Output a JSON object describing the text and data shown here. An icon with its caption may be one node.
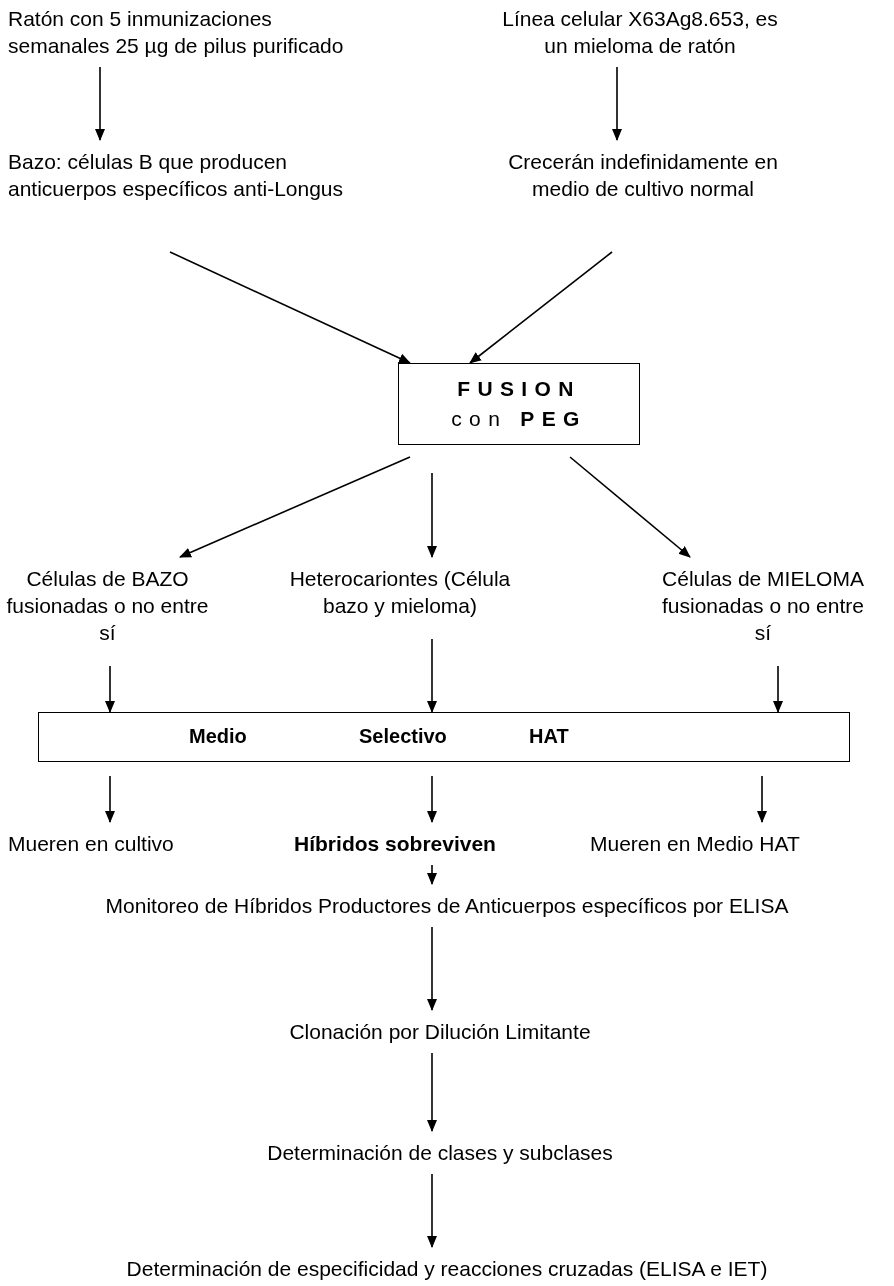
{
  "diagram": {
    "nodes": [
      {
        "text": [
          "Ratón con 5 inmunizaciones semanales 25 µg de pilus purificado"
        ]
      },
      {
        "text": [
          "Línea celular X63Ag8.653, es un mieloma de ratón"
        ]
      },
      {
        "text": [
          "Bazo: células B que producen anticuerpos específicos anti-Longus"
        ]
      },
      {
        "text": [
          "Crecerán indefinidamente en medio de cultivo normal"
        ]
      },
      {
        "text": [
          "FUSION",
          "con **PEG**"
        ]
      },
      {
        "text": [
          "Células de BAZO fusionadas o no entre sí"
        ]
      },
      {
        "text": [
          "Heterocariontes (Célula bazo y mieloma)"
        ]
      },
      {
        "text": [
          "Células de MIELOMA fusionadas o no entre sí"
        ]
      },
      {
        "text": [
          "Medio",
          "Selectivo",
          "HAT"
        ]
      },
      {
        "text": [
          "Mueren en cultivo"
        ]
      },
      {
        "text": [
          "Híbridos sobreviven"
        ]
      },
      {
        "text": [
          "Mueren en Medio HAT"
        ]
      },
      {
        "text": [
          "Monitoreo de Híbridos Productores de Anticuerpos específicos por ELISA"
        ]
      },
      {
        "text": [
          "Clonación por Dilución Limitante"
        ]
      },
      {
        "text": [
          "Determinación de clases y subclases"
        ]
      },
      {
        "text": [
          "Determinación de especificidad y reacciones cruzadas (ELISA e IET)"
        ]
      }
    ],
    "edges": [
      {
        "from": 0,
        "to": 2,
        "arrow": "to"
      },
      {
        "from": 1,
        "to": 3,
        "arrow": "to"
      },
      {
        "from": 2,
        "to": 4,
        "arrow": "to"
      },
      {
        "from": 3,
        "to": 4,
        "arrow": "to"
      },
      {
        "from": 4,
        "to": 5,
        "arrow": "to"
      },
      {
        "from": 4,
        "to": 6,
        "arrow": "to"
      },
      {
        "from": 4,
        "to": 7,
        "arrow": "to"
      },
      {
        "from": 5,
        "to": 8,
        "arrow": "to"
      },
      {
        "from": 6,
        "to": 8,
        "arrow": "to"
      },
      {
        "from": 7,
        "to": 8,
        "arrow": "to"
      },
      {
        "from": 8,
        "to": 9,
        "arrow": "to"
      },
      {
        "from": 8,
        "to": 10,
        "arrow": "to"
      },
      {
        "from": 8,
        "to": 11,
        "arrow": "to"
      },
      {
        "from": 10,
        "to": 12,
        "arrow": "to"
      },
      {
        "from": 12,
        "to": 13,
        "arrow": "to"
      },
      {
        "from": 13,
        "to": 14,
        "arrow": "to"
      },
      {
        "from": 14,
        "to": 15,
        "arrow": "to"
      }
    ]
  }
}
